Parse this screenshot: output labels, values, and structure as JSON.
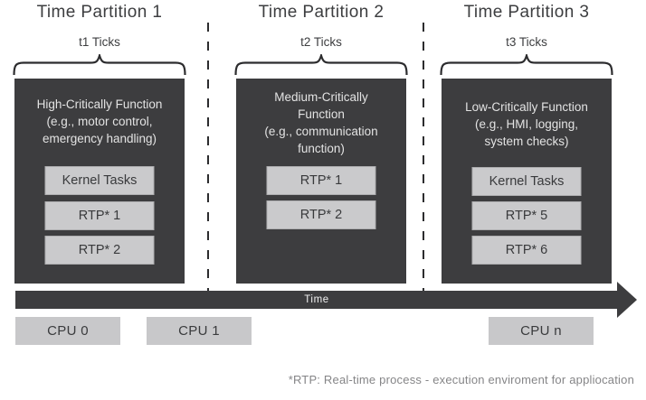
{
  "partitions": [
    {
      "title": "Time Partition 1",
      "ticks": "t1 Ticks",
      "function_text": "High-Critically Function\n(e.g., motor control,\nemergency handling)",
      "tasks": [
        "Kernel Tasks",
        "RTP* 1",
        "RTP* 2"
      ]
    },
    {
      "title": "Time Partition 2",
      "ticks": "t2 Ticks",
      "function_text": "Medium-Critically\nFunction\n(e.g., communication\nfunction)",
      "tasks": [
        "RTP* 1",
        "RTP* 2"
      ]
    },
    {
      "title": "Time Partition 3",
      "ticks": "t3 Ticks",
      "function_text": "Low-Critically Function\n(e.g., HMI, logging,\nsystem checks)",
      "tasks": [
        "Kernel Tasks",
        "RTP* 5",
        "RTP* 6"
      ]
    }
  ],
  "timeline": {
    "label": "Time"
  },
  "cpus": [
    {
      "label": "CPU 0"
    },
    {
      "label": "CPU 1"
    },
    {
      "label": "CPU n"
    }
  ],
  "footnote": "*RTP: Real-time process - execution enviroment for appliocation",
  "colors": {
    "dark_box": "#3d3d3f",
    "light_box": "#cacacc",
    "background": "#ffffff",
    "text_on_dark": "#e3e3e3",
    "text_dark": "#3d3e40",
    "footnote_gray": "#858587"
  }
}
